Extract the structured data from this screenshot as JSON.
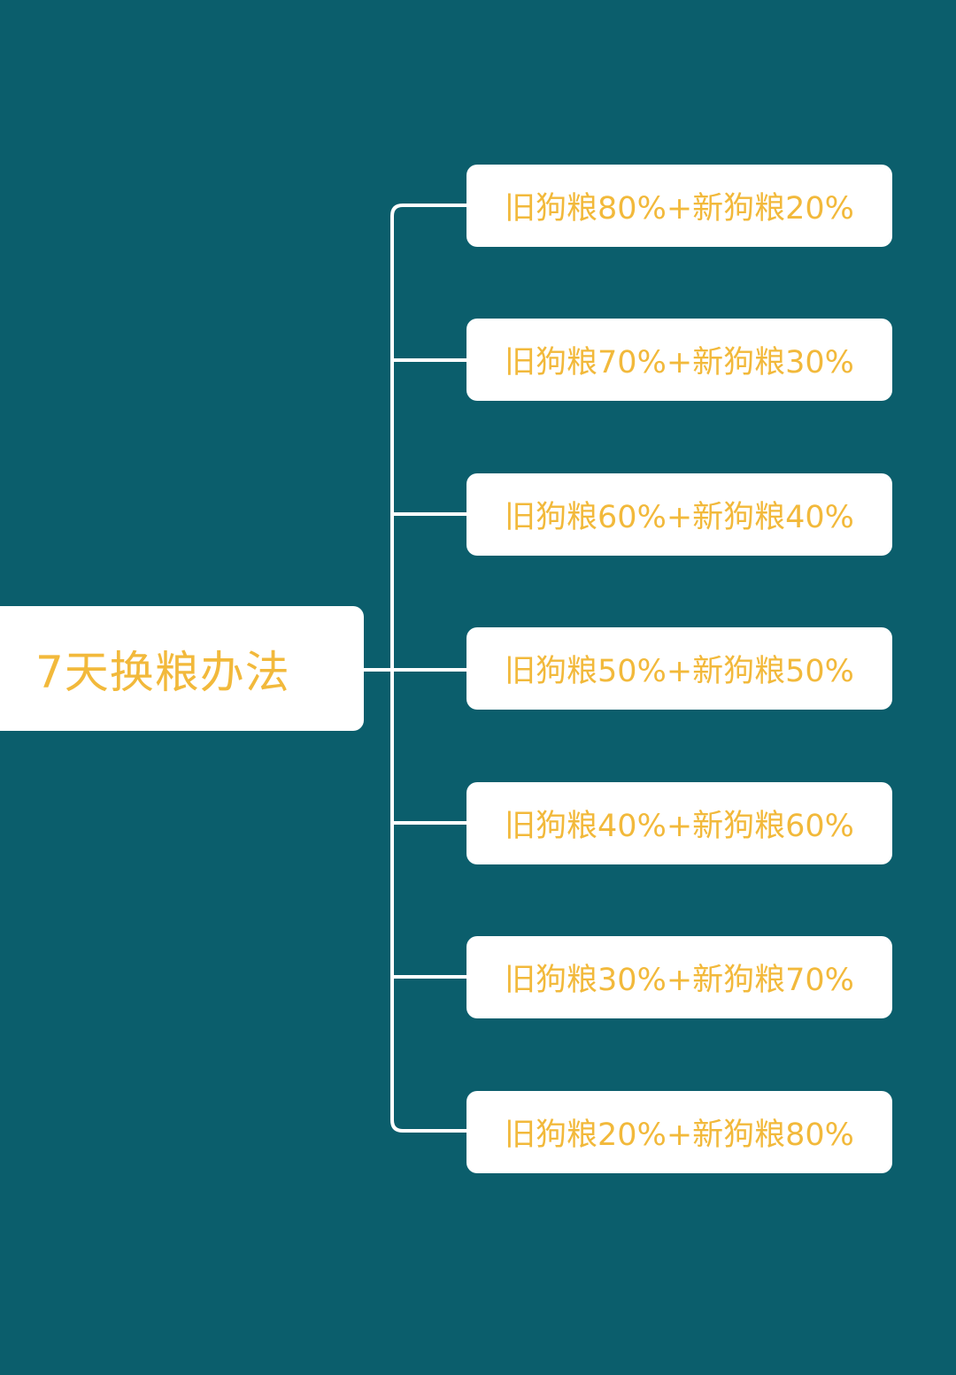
{
  "diagram": {
    "type": "mind-map",
    "colors": {
      "background": "#0b5e6c",
      "node_fill": "#ffffff",
      "text": "#f2b93b",
      "connector": "#ffffff"
    },
    "root": {
      "label": "7天换粮办法"
    },
    "children": [
      {
        "label": "旧狗粮80%+新狗粮20%"
      },
      {
        "label": "旧狗粮70%+新狗粮30%"
      },
      {
        "label": "旧狗粮60%+新狗粮40%"
      },
      {
        "label": "旧狗粮50%+新狗粮50%"
      },
      {
        "label": "旧狗粮40%+新狗粮60%"
      },
      {
        "label": "旧狗粮30%+新狗粮70%"
      },
      {
        "label": "旧狗粮20%+新狗粮80%"
      }
    ]
  }
}
